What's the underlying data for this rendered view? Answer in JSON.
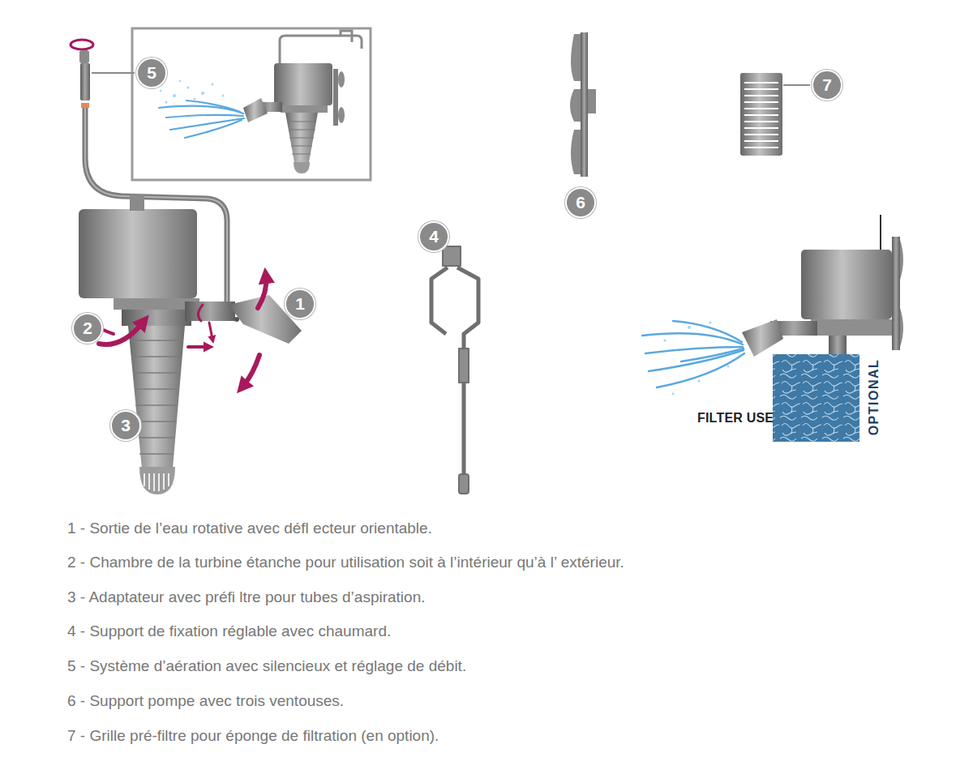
{
  "diagram": {
    "labels": [
      "5",
      "7",
      "6",
      "4",
      "1",
      "2",
      "3",
      "FILTER USE",
      "OPTIONAL",
      "1 - Sortie de l’eau rotative avec défl ecteur orientable.",
      "2 - Chambre de la turbine étanche pour utilisation soit à l’intérieur qu’à l’ extérieur.",
      "3 - Adaptateur avec préfi ltre pour tubes d’aspiration.",
      "4 - Support de fixation réglable avec chaumard.",
      "5 - Système d’aération avec silencieux et réglage de débit.",
      "6 - Support pompe avec trois ventouses.",
      "7 - Grille pré-filtre pour éponge de filtration (en option)."
    ]
  }
}
